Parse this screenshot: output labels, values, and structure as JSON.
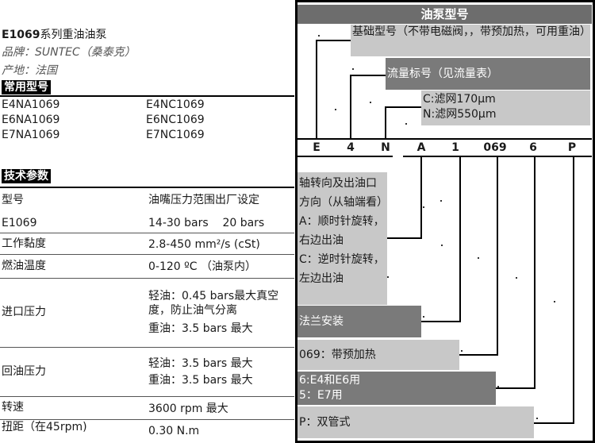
{
  "product": {
    "title_code": "E1069",
    "title_rest": "系列重油油泵",
    "brand": "品牌：SUNTEC（桑泰克）",
    "origin": "产地：法国"
  },
  "models": {
    "section_label": "常用型号",
    "rows": [
      [
        "E4NA1069",
        "E4NC1069"
      ],
      [
        "E6NA1069",
        "E6NC1069"
      ],
      [
        "E7NA1069",
        "E7NC1069"
      ]
    ]
  },
  "specs": {
    "section_label": "技术参数",
    "header": {
      "label": "型号",
      "value": "油嘴压力范围出厂设定"
    },
    "model": {
      "label": "E1069",
      "value": "14-30 bars    20 bars"
    },
    "viscosity": {
      "label": "工作黏度",
      "value": "2.8-450 mm²/s (cSt)"
    },
    "temperature": {
      "label": "燃油温度",
      "value": "0-120 ºC （油泵内）"
    },
    "inlet": {
      "label": "进口压力",
      "line1": "轻油：0.45 bars最大真空度，防止油气分离",
      "line2": "重油：3.5 bars 最大"
    },
    "return": {
      "label": "回油压力",
      "line1": "轻油：3.5 bars 最大",
      "line2": "重油：3.5 bars 最大"
    },
    "speed": {
      "label": "转速",
      "value": "3600 rpm 最大"
    },
    "torque": {
      "label": "扭距（在45rpm)",
      "value": "0.30 N.m"
    }
  },
  "pump_code": {
    "header": "油泵型号",
    "letters": [
      "E",
      "4",
      "N",
      "A",
      "1",
      "069",
      "6",
      "P"
    ],
    "base_model": "基础型号（不带电磁阀，，带预加热，可用重油）",
    "flow": "流量标号（见流量表）",
    "filter_c": "C:滤网170μm",
    "filter_n": "N:滤网550μm",
    "rotation": "轴转向及出油口方向（从轴端看）",
    "rot_a": "A：顺时针旋转，右边出油",
    "rot_c": "C：逆时针旋转，左边出油",
    "flange": "法兰安装",
    "preheat": "069：带预加热",
    "opt6": "6:E4和E6用",
    "opt5": "5：E7用",
    "pipe": "P：双管式"
  }
}
